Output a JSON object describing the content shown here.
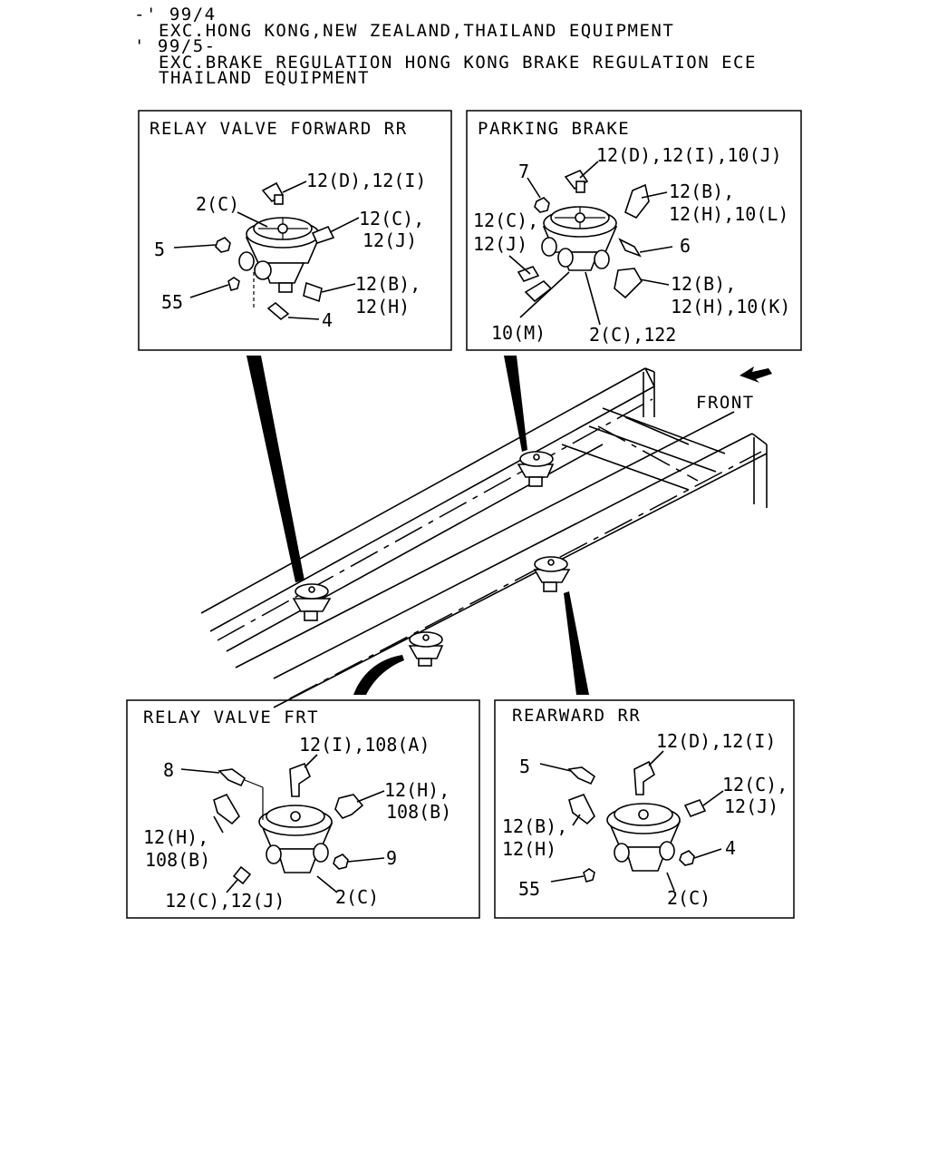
{
  "header": {
    "line1": "-' 99/4",
    "line2": "EXC.HONG KONG,NEW ZEALAND,THAILAND EQUIPMENT",
    "line3": "' 99/5-",
    "line4": "EXC.BRAKE REGULATION HONG KONG BRAKE REGULATION ECE",
    "line5": "THAILAND EQUIPMENT"
  },
  "front_label": "FRONT",
  "panels": {
    "relay_fwd": {
      "title": "RELAY VALVE FORWARD RR",
      "labels": [
        "12(D),12(I)",
        "2(C)",
        "12(C),",
        "12(J)",
        "5",
        "12(B),",
        "12(H)",
        "55",
        "4"
      ]
    },
    "parking": {
      "title": "PARKING BRAKE",
      "labels": [
        "12(D),12(I),10(J)",
        "7",
        "12(B),",
        "12(H),10(L)",
        "12(C),",
        "12(J)",
        "6",
        "12(B),",
        "12(H),10(K)",
        "10(M)",
        "2(C),122"
      ]
    },
    "relay_frt": {
      "title": "RELAY VALVE FRT",
      "labels": [
        "12(I),108(A)",
        "8",
        "12(H),",
        "108(B)",
        "12(H),",
        "108(B)",
        "9",
        "12(C),12(J)",
        "2(C)"
      ]
    },
    "rearward": {
      "title": "REARWARD RR",
      "labels": [
        "12(D),12(I)",
        "5",
        "12(C),",
        "12(J)",
        "12(B),",
        "12(H)",
        "4",
        "55",
        "2(C)"
      ]
    }
  }
}
